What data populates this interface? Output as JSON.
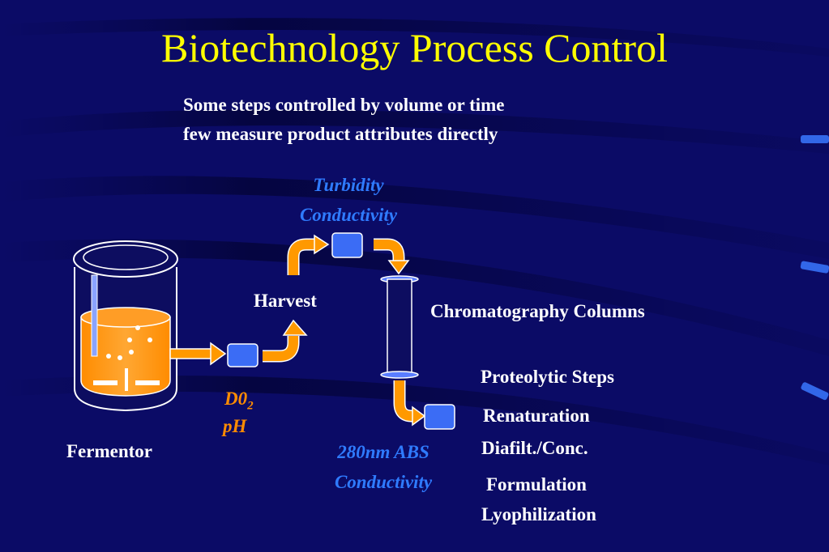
{
  "title": "Biotechnology Process Control",
  "subtitle_lines": [
    "Some steps controlled by volume or time",
    "few measure product attributes directly"
  ],
  "labels": {
    "fermentor": "Fermentor",
    "harvest": "Harvest",
    "chromatography": "Chromatography Columns",
    "proteolytic": "Proteolytic Steps",
    "renaturation": "Renaturation",
    "diafilt": "Diafilt./Conc.",
    "formulation": "Formulation",
    "lyophilization": "Lyophilization"
  },
  "measurements": {
    "harvest_sensor": [
      "Turbidity",
      "Conductivity"
    ],
    "fermentor_sensor_main": "D0",
    "fermentor_sensor_sub": "2",
    "fermentor_sensor_line2": "pH",
    "column_sensor": [
      "280nm ABS",
      "Conductivity"
    ]
  },
  "colors": {
    "background": "#0b0b66",
    "title": "#ffff00",
    "text": "#ffffff",
    "measurement": "#2f7bff",
    "arrow": "#ff9900",
    "sensor": "#3b6cf5"
  }
}
